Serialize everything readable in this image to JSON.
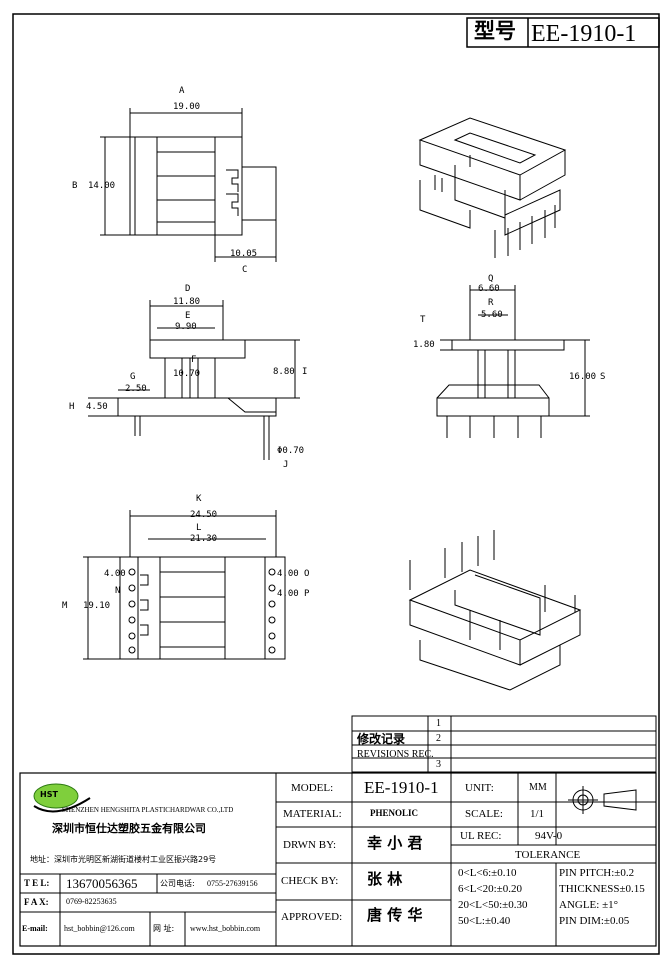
{
  "title": {
    "label": "型号",
    "model": "EE-1910-1"
  },
  "views": {
    "top": {
      "labels": {
        "A": "A",
        "B": "B",
        "C": "C"
      },
      "dims": {
        "A": "19.00",
        "B": "14.00",
        "C": "10.05"
      }
    },
    "front": {
      "labels": {
        "D": "D",
        "E": "E",
        "F": "F",
        "G": "G",
        "H": "H",
        "I": "I",
        "J": "J"
      },
      "dims": {
        "D": "11.80",
        "E": "9.90",
        "F": "10.70",
        "G": "2.50",
        "H": "4.50",
        "I": "8.80",
        "J": "Φ0.70"
      }
    },
    "side": {
      "labels": {
        "Q": "Q",
        "R": "R",
        "S": "S",
        "T": "T"
      },
      "dims": {
        "Q": "6.60",
        "R": "5.60",
        "S": "16.00",
        "T": "1.80"
      }
    },
    "bottom": {
      "labels": {
        "K": "K",
        "L": "L",
        "M": "M",
        "N": "N",
        "O": "O",
        "P": "P"
      },
      "dims": {
        "K": "24.50",
        "L": "21.30",
        "M": "19.10",
        "N": "4.00",
        "O": "4.00",
        "P": "4.00"
      }
    }
  },
  "revisions": {
    "title_cn": "修改记录",
    "title_en": "REVISIONS REC.",
    "marks": [
      "1",
      "2",
      "3"
    ]
  },
  "company": {
    "logo": "HST",
    "name_en": "SHENZHEN HENGSHITA PLASTICHARDWAR CO.,LTD",
    "name_cn": "深圳市恒仕达塑胶五金有限公司",
    "address": "地址：深圳市光明区新湖街道楼村工业区振兴路29号",
    "tel_label": "T E L:",
    "tel": "13670056365",
    "company_phone_label": "公司电话:",
    "company_phone": "0755-27639156",
    "fax_label": "F A X:",
    "fax": "0769-82253635",
    "email_label": "E-mail:",
    "email": "hst_bobbin@126.com",
    "web_label": "网 址:",
    "web": "www.hst_bobbin.com"
  },
  "spec": {
    "model_label": "MODEL:",
    "model": "EE-1910-1",
    "material_label": "MATERIAL:",
    "material": "PHENOLIC",
    "drawn_label": "DRWN BY:",
    "drawn": "幸 小 君",
    "check_label": "CHECK BY:",
    "check": "张   林",
    "approved_label": "APPROVED:",
    "approved": "唐 传 华",
    "unit_label": "UNIT:",
    "unit": "MM",
    "scale_label": "SCALE:",
    "scale": "1/1",
    "ul_label": "UL REC:",
    "ul": "94V-0",
    "tolerance_label": "TOLERANCE",
    "tolerances": [
      "0<L<6:±0.10",
      "6<L<20:±0.20",
      "20<L<50:±0.30",
      "50<L:±0.40"
    ],
    "pin_specs": [
      "PIN PITCH:±0.2",
      "THICKNESS±0.15",
      "ANGLE: ±1°",
      "PIN DIM:±0.05"
    ]
  }
}
